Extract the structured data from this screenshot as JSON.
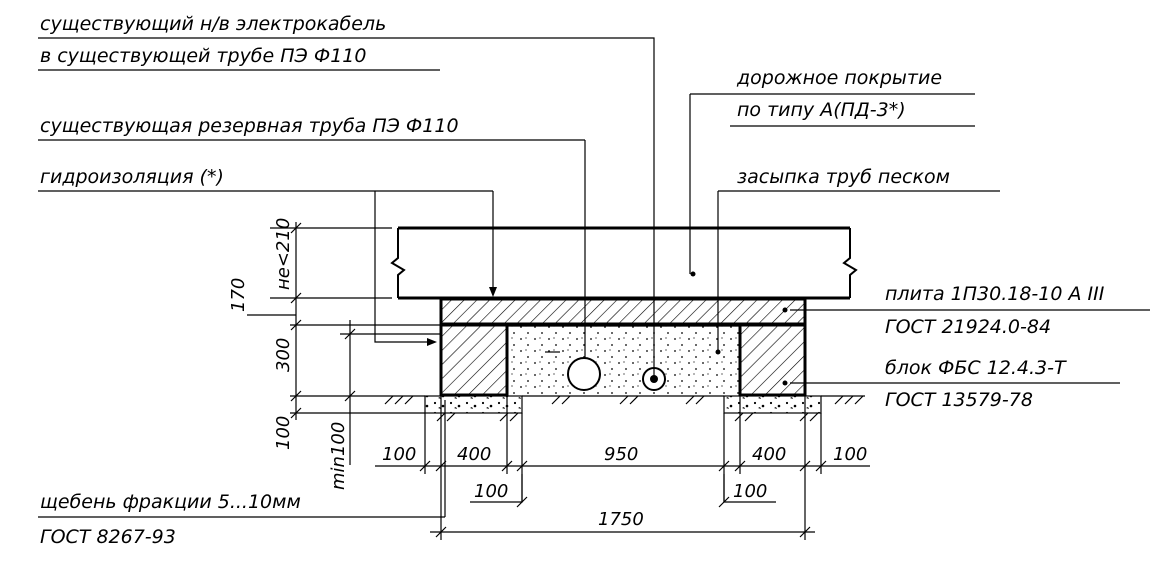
{
  "callouts": {
    "cable_line1": "существующий н/в электрокабель",
    "cable_line2": "в существующей трубе ПЭ Ф110",
    "road_line1": "дорожное покрытие",
    "road_line2": "по типу А(ПД-3*)",
    "reserve_pipe": "существующая резервная труба ПЭ Ф110",
    "waterproofing": "гидроизоляция (*)",
    "sand_backfill": "засыпка труб песком",
    "slab_line1": "плита 1П30.18-10 А III",
    "slab_line2": "ГОСТ 21924.0-84",
    "block_line1": "блок ФБС 12.4.3-Т",
    "block_line2": "ГОСТ 13579-78",
    "gravel_line1": "щебень фракции 5...10мм",
    "gravel_line2": "ГОСТ 8267-93"
  },
  "dimensions": {
    "road_thickness": "не<210",
    "slab": "170",
    "block_height": "300",
    "gravel_height": "100",
    "min_depth": "min100",
    "left_offset": "100",
    "left_block": "400",
    "inner_width": "950",
    "right_block": "400",
    "right_offset": "100",
    "inner_left_gap": "100",
    "inner_right_gap": "100",
    "total_width": "1750"
  }
}
